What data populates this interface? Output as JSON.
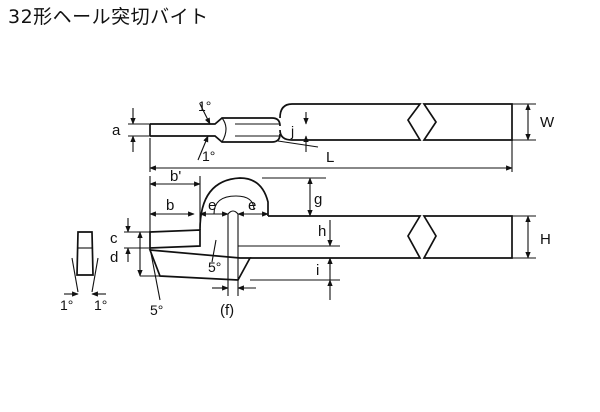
{
  "title": "32形ヘール突切バイト",
  "labels": {
    "a": "a",
    "one_deg_top": "1°",
    "one_deg_top2": "1°",
    "j": "j",
    "W": "W",
    "L": "L",
    "b_prime": "b'",
    "b": "b",
    "e_left": "e",
    "e_right": "e",
    "g": "g",
    "h": "h",
    "H": "H",
    "c": "c",
    "d": "d",
    "i": "i",
    "five_deg_inner": "5°",
    "five_deg_outer": "5°",
    "f": "(f)",
    "one_deg_left": "1°",
    "one_deg_right": "1°"
  }
}
